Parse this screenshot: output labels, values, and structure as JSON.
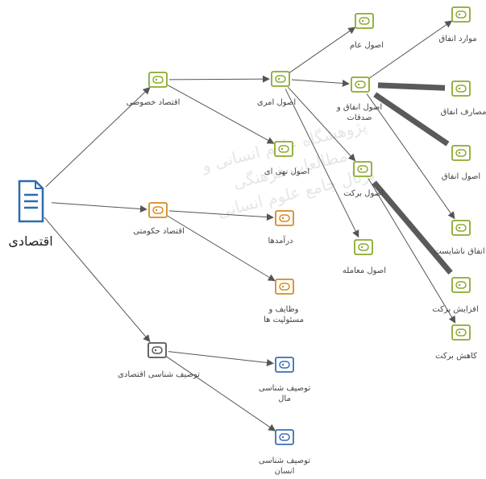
{
  "root": {
    "label": "اقتصادی",
    "icon": "document-icon",
    "color": "#2e6bb0"
  },
  "watermark": {
    "line1": "پژوهشگاه علوم انسانی و مطالعات فرهنگی",
    "line2": "پرتال جامع علوم انسانی"
  },
  "colors": {
    "green": "#8aaa2e",
    "orange": "#d88a1e",
    "gray": "#555555",
    "blue": "#3b6fb6",
    "edge": "#555555",
    "edge_bold": "#5a5a5a"
  },
  "nodes": [
    {
      "id": "eqtesad-khosoosi",
      "label": "اقتصاد خصوصی",
      "color": "green"
    },
    {
      "id": "eqtesad-hokoomati",
      "label": "اقتصاد حکومتی",
      "color": "orange"
    },
    {
      "id": "tosif-eqtesadi",
      "label": "توصیف شناسی اقتصادی",
      "color": "gray"
    },
    {
      "id": "osool-amri",
      "label": "اصول امری",
      "color": "green"
    },
    {
      "id": "osool-nahi",
      "label": "اصول نهی ای",
      "color": "green"
    },
    {
      "id": "daramadha",
      "label": "درآمدها",
      "color": "orange"
    },
    {
      "id": "vazayef",
      "label": "وظایف و\nمسئولیت ها",
      "color": "orange"
    },
    {
      "id": "tosif-mal",
      "label": "توصیف شناسی\nمال",
      "color": "blue"
    },
    {
      "id": "tosif-ensan",
      "label": "توصیف شناسی\nانسان",
      "color": "blue"
    },
    {
      "id": "osool-am",
      "label": "اصول عام",
      "color": "green"
    },
    {
      "id": "osool-enfagh",
      "label": "اصول انفاق و\nصدقات",
      "color": "green"
    },
    {
      "id": "osool-barakat",
      "label": "اصول برکت",
      "color": "green"
    },
    {
      "id": "osool-moamele",
      "label": "اصول معامله",
      "color": "green"
    },
    {
      "id": "mavared-enfagh",
      "label": "موارد انفاق",
      "color": "green"
    },
    {
      "id": "masaref-enfagh",
      "label": "مصارف انفاق",
      "color": "green"
    },
    {
      "id": "osool-enfagh2",
      "label": "اصول انفاق",
      "color": "green"
    },
    {
      "id": "enfagh-nashayest",
      "label": "انفاق ناشایست",
      "color": "green"
    },
    {
      "id": "afzayesh-barakat",
      "label": "افزایش برکت",
      "color": "green"
    },
    {
      "id": "kahesh-barakat",
      "label": "کاهش برکت",
      "color": "green"
    }
  ],
  "edges": [
    [
      "root",
      "eqtesad-khosoosi"
    ],
    [
      "root",
      "eqtesad-hokoomati"
    ],
    [
      "root",
      "tosif-eqtesadi"
    ],
    [
      "eqtesad-khosoosi",
      "osool-amri"
    ],
    [
      "eqtesad-khosoosi",
      "osool-nahi"
    ],
    [
      "eqtesad-hokoomati",
      "daramadha"
    ],
    [
      "eqtesad-hokoomati",
      "vazayef"
    ],
    [
      "tosif-eqtesadi",
      "tosif-mal"
    ],
    [
      "tosif-eqtesadi",
      "tosif-ensan"
    ],
    [
      "osool-amri",
      "osool-am"
    ],
    [
      "osool-amri",
      "osool-enfagh"
    ],
    [
      "osool-amri",
      "osool-barakat"
    ],
    [
      "osool-amri",
      "osool-moamele"
    ],
    [
      "osool-enfagh",
      "mavared-enfagh"
    ],
    [
      "osool-enfagh",
      "enfagh-nashayest"
    ],
    [
      "osool-barakat",
      "kahesh-barakat"
    ]
  ],
  "bold_edges": [
    [
      "osool-enfagh",
      "masaref-enfagh"
    ],
    [
      "osool-enfagh",
      "osool-enfagh2"
    ],
    [
      "osool-barakat",
      "afzayesh-barakat"
    ]
  ]
}
